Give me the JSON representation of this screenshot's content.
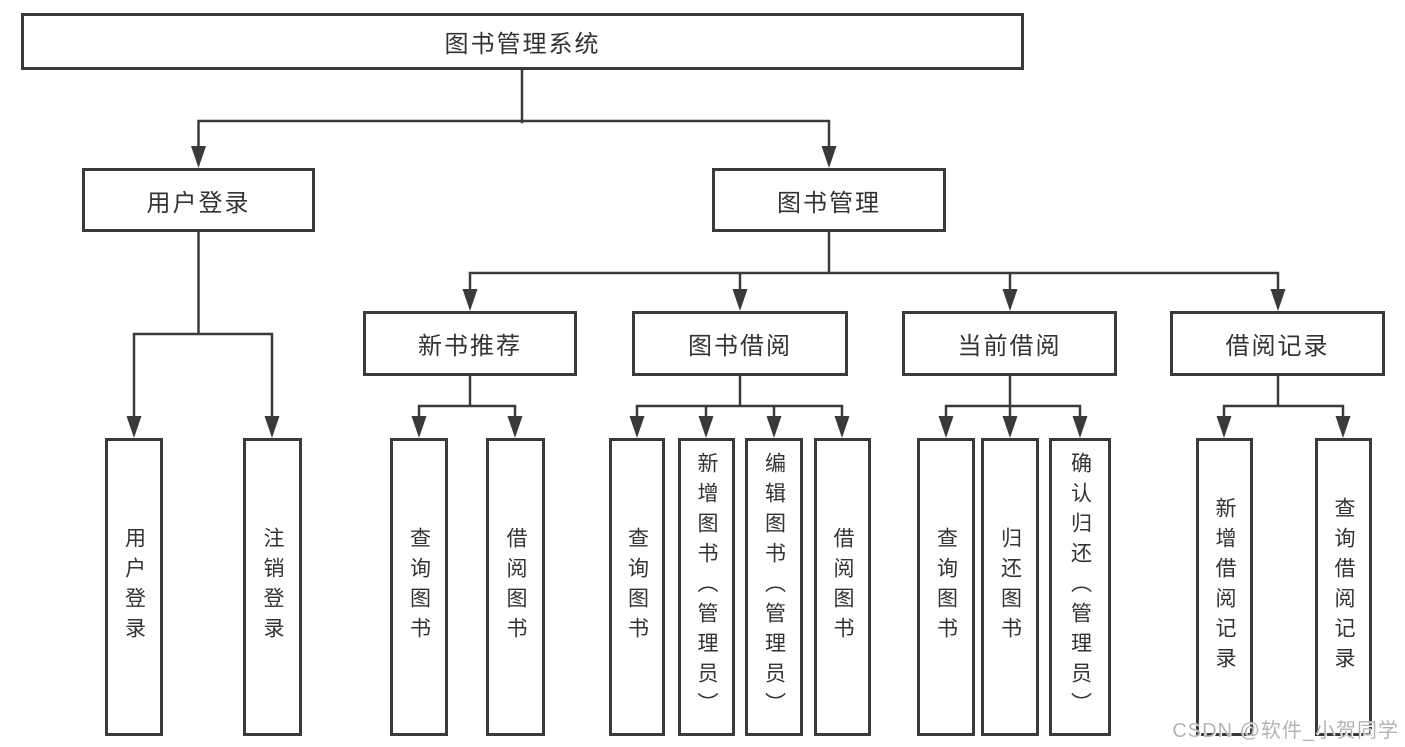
{
  "colors": {
    "line": "#3a3a3a",
    "text": "#333333",
    "background": "#ffffff",
    "watermark": "#b4b4b4"
  },
  "watermark": "CSDN @软件_小贺同学",
  "chart_type": "hierarchy-diagram",
  "tree": {
    "label": "图书管理系统",
    "children": [
      {
        "label": "用户登录",
        "children": [
          {
            "label": "用户登录"
          },
          {
            "label": "注销登录"
          }
        ]
      },
      {
        "label": "图书管理",
        "children": [
          {
            "label": "新书推荐",
            "children": [
              {
                "label": "查询图书"
              },
              {
                "label": "借阅图书"
              }
            ]
          },
          {
            "label": "图书借阅",
            "children": [
              {
                "label": "查询图书"
              },
              {
                "label": "新增图书（管理员）"
              },
              {
                "label": "编辑图书（管理员）"
              },
              {
                "label": "借阅图书"
              }
            ]
          },
          {
            "label": "当前借阅",
            "children": [
              {
                "label": "查询图书"
              },
              {
                "label": "归还图书"
              },
              {
                "label": "确认归还（管理员）"
              }
            ]
          },
          {
            "label": "借阅记录",
            "children": [
              {
                "label": "新增借阅记录"
              },
              {
                "label": "查询借阅记录"
              }
            ]
          }
        ]
      }
    ]
  }
}
